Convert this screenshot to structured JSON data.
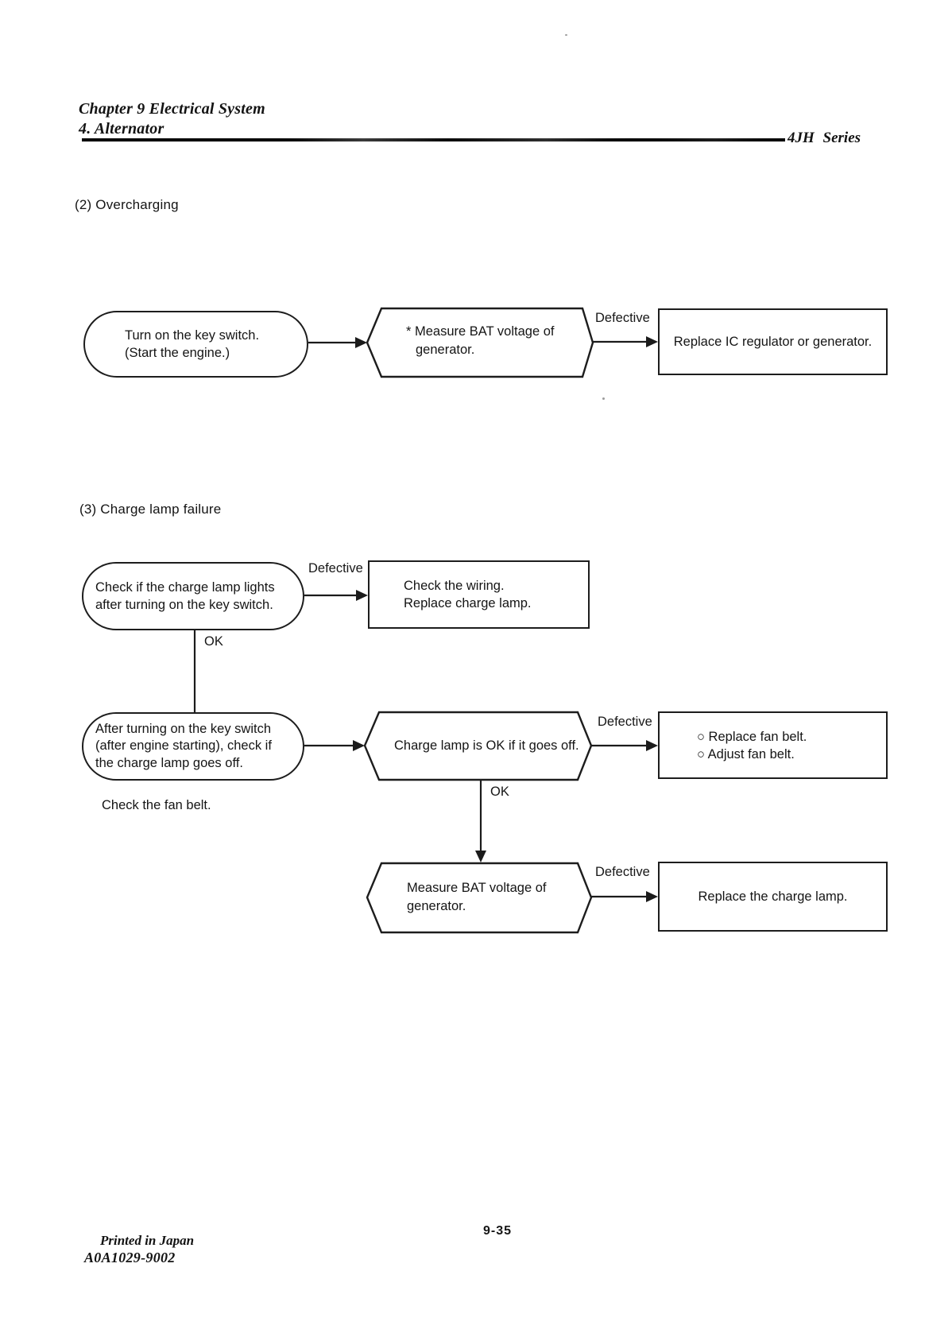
{
  "header": {
    "chapter": "Chapter 9 Electrical System",
    "section": "4. Alternator",
    "series": "4JH Series"
  },
  "headings": {
    "overcharging": "(2) Overcharging",
    "charge_lamp": "(3) Charge lamp failure"
  },
  "labels": {
    "defective": "Defective",
    "ok": "OK"
  },
  "fc1": {
    "start_lines": [
      "Turn on the key switch.",
      "(Start the engine.)"
    ],
    "check_lines": [
      "* Measure BAT voltage of",
      "generator."
    ],
    "action": "Replace IC regulator or generator."
  },
  "fc2": {
    "check1_lines": [
      "Check if the charge lamp lights",
      "after turning on the key switch."
    ],
    "action1_lines": [
      "Check the wiring.",
      "Replace charge lamp."
    ],
    "check2_lines": [
      "After turning on the key switch",
      "(after engine starting), check if",
      "the charge lamp goes off."
    ],
    "check2_note": "Check the fan belt.",
    "check3": "Charge lamp is OK if it goes off.",
    "action3_lines": [
      "○ Replace fan belt.",
      "○ Adjust fan belt."
    ],
    "check4_lines": [
      "Measure BAT voltage of",
      "generator."
    ],
    "action4": "Replace the charge lamp."
  },
  "footer": {
    "page_number": "9-35",
    "printed_in": "Printed in Japan",
    "doc_code": "A0A1029-9002"
  }
}
